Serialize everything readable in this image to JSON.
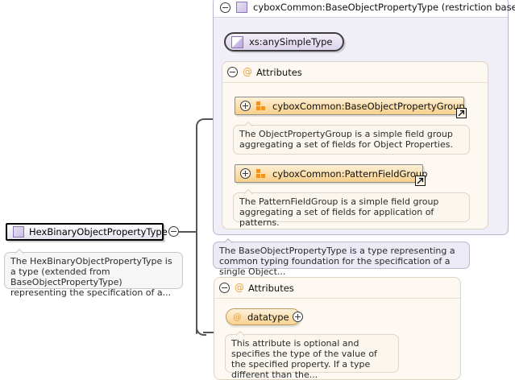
{
  "diagram": {
    "kind": "xml-schema-type-diagram",
    "colors": {
      "base_panel_bg": "#f0eef7",
      "attributes_bg": "#fdf9f2",
      "group_ref_accent": "#f0941f",
      "simple_type_accent": "#b9a6da",
      "connector": "#555555"
    }
  },
  "root_node": {
    "label": "HexBinaryObjectPropertyType",
    "icon": "complex-type-swatch-icon",
    "collapse_marker": "minus-circle-icon",
    "documentation": "The HexBinaryObjectPropertyType is a type (extended from BaseObjectPropertyType) representing the specification of a..."
  },
  "base_panel": {
    "title": "cyboxCommon:BaseObjectPropertyType (restriction base)",
    "icon": "complex-type-swatch-icon",
    "collapse_marker": "minus-circle-icon",
    "simple_type": {
      "label": "xs:anySimpleType",
      "icon": "simple-type-icon"
    },
    "attributes": {
      "label": "Attributes",
      "at_icon": "at-sign-icon",
      "collapse_marker": "minus-circle-icon",
      "group_refs": [
        {
          "label": "cyboxCommon:BaseObjectPropertyGroup",
          "icon": "model-group-icon",
          "expand_marker": "plus-circle-icon",
          "external_link": "external-link-arrow-icon",
          "documentation": "The ObjectPropertyGroup is a simple field group aggregating a set of fields for Object Properties."
        },
        {
          "label": "cyboxCommon:PatternFieldGroup",
          "icon": "model-group-icon",
          "expand_marker": "plus-circle-icon",
          "external_link": "external-link-arrow-icon",
          "documentation": "The PatternFieldGroup is a simple field group aggregating a set of fields for application of patterns."
        }
      ]
    },
    "documentation": "The BaseObjectPropertyType is a type representing a common typing foundation for the specification of a single Object..."
  },
  "own_attributes": {
    "label": "Attributes",
    "at_icon": "at-sign-icon",
    "collapse_marker": "minus-circle-icon",
    "items": [
      {
        "label": "datatype",
        "at_icon": "at-sign-icon",
        "expand_marker": "plus-circle-icon",
        "documentation": "This attribute is optional and specifies the type of the value of the specified property. If a type different than the..."
      }
    ]
  }
}
